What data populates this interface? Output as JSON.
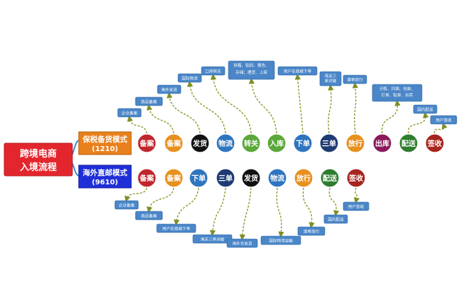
{
  "root": {
    "line1": "跨境电商",
    "line2": "入境流程"
  },
  "bonded": {
    "title": "保税备货模式",
    "code": "(1210)",
    "steps": [
      {
        "label": "备案",
        "color": "#c0272d",
        "note": "企业备案"
      },
      {
        "label": "备案",
        "color": "#e8901e",
        "note": "商品备案"
      },
      {
        "label": "发货",
        "color": "#111111",
        "note": "海外发货"
      },
      {
        "label": "物流",
        "color": "#2e75c0",
        "note": "国际物流"
      },
      {
        "label": "转关",
        "color": "#5aa83a",
        "note": "口岸转关"
      },
      {
        "label": "入库",
        "color": "#5aa83a",
        "note": "拆箱、贴码、报告、存储；理货、上架"
      },
      {
        "label": "下单",
        "color": "#2e75c0",
        "note": "用户在商城下单"
      },
      {
        "label": "三单",
        "color": "#1f3b73",
        "note": "海关三单对碰"
      },
      {
        "label": "放行",
        "color": "#e8901e",
        "note": "清单放行"
      },
      {
        "label": "出库",
        "color": "#8a1a5c",
        "note": "分拣、扫描、包装、打单、贴单、出库"
      },
      {
        "label": "配送",
        "color": "#2f7d2f",
        "note": "国内配送"
      },
      {
        "label": "签收",
        "color": "#a8241e",
        "note": "用户签收"
      }
    ]
  },
  "direct": {
    "title": "海外直邮模式",
    "code": "(9610)",
    "steps": [
      {
        "label": "备案",
        "color": "#c0272d",
        "note": "企业备案"
      },
      {
        "label": "备案",
        "color": "#e8901e",
        "note": "商品备案"
      },
      {
        "label": "下单",
        "color": "#2e75c0",
        "note": "用户在商城下单"
      },
      {
        "label": "三单",
        "color": "#1f3b73",
        "note": "海关三单对碰"
      },
      {
        "label": "发货",
        "color": "#111111",
        "note": "海外仓发货"
      },
      {
        "label": "物流",
        "color": "#2e75c0",
        "note": "国际物流运输"
      },
      {
        "label": "放行",
        "color": "#e8901e",
        "note": "清单放行"
      },
      {
        "label": "配送",
        "color": "#2f7d2f",
        "note": "国内配送"
      },
      {
        "label": "签收",
        "color": "#a8241e",
        "note": "用户签收"
      }
    ]
  },
  "colors": {
    "root_fill": "#e3262d",
    "bonded_fill": "#e8801c",
    "direct_fill": "#1f2fd8",
    "note_fill": "#4a86c8",
    "connector": "#8a9a2a"
  }
}
